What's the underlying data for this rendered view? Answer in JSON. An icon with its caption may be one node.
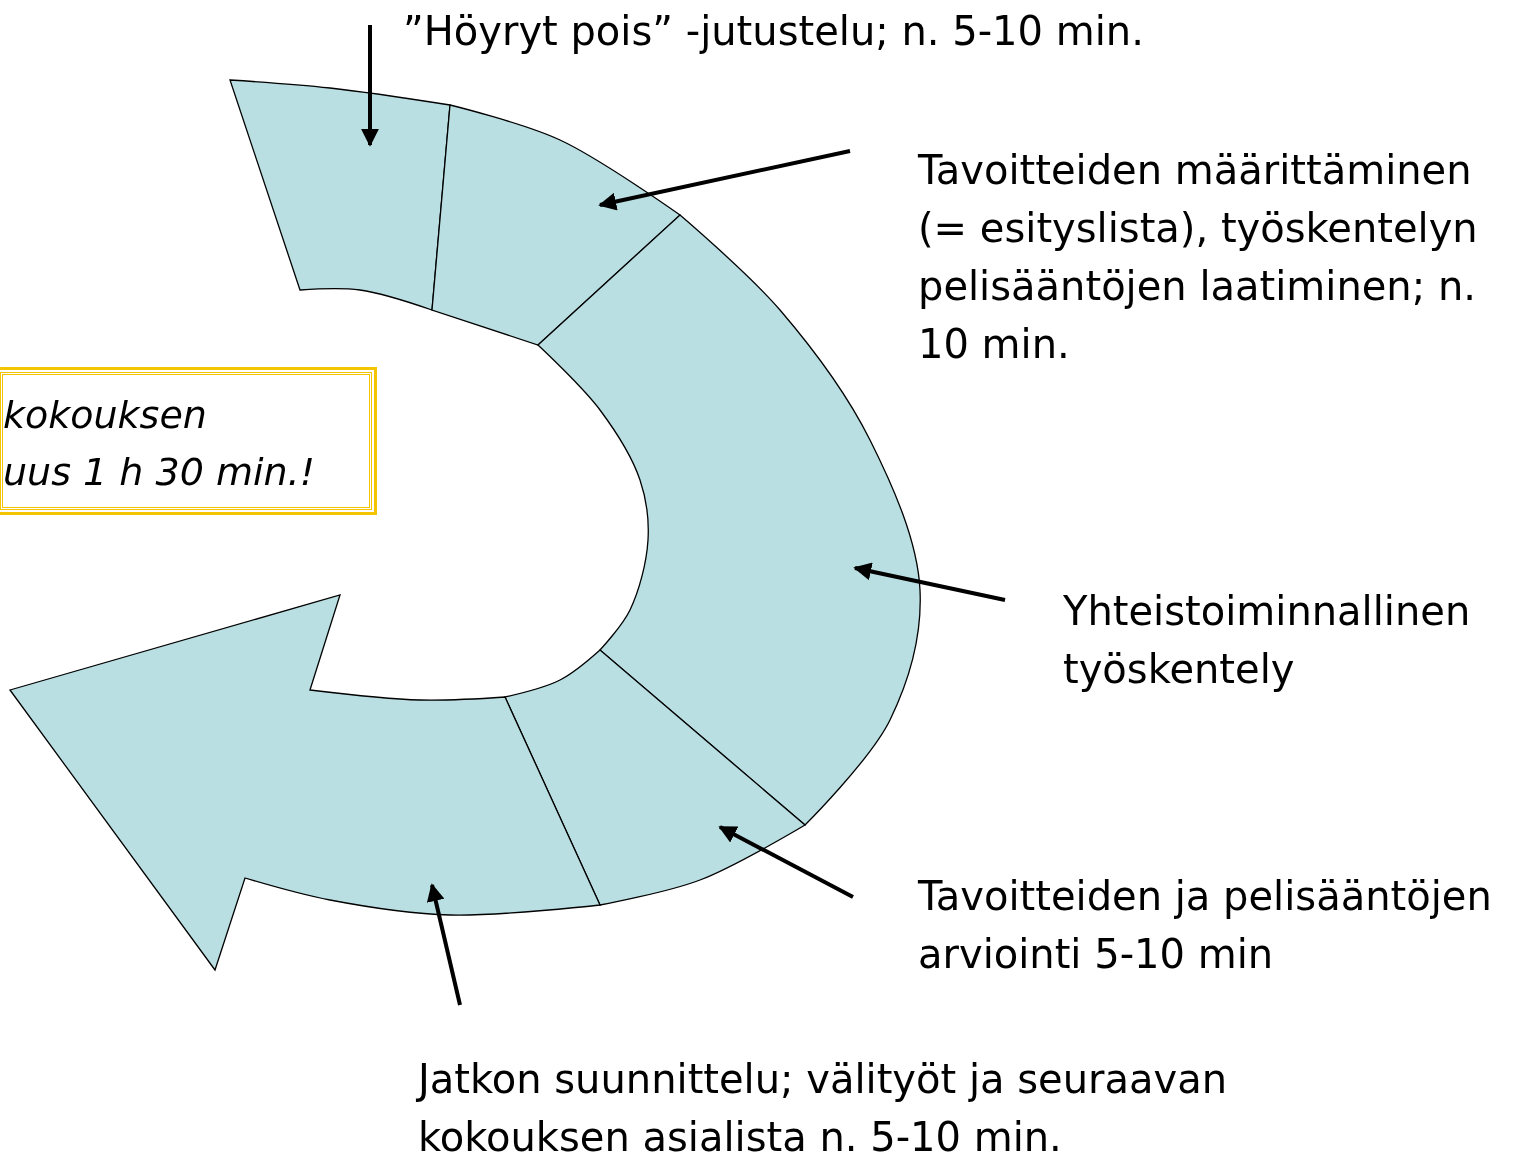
{
  "diagram": {
    "nodes": [
      {
        "text": [],
        "shape": "band"
      },
      {
        "text": [],
        "shape": "band"
      },
      {
        "text": [],
        "shape": "band"
      },
      {
        "text": [],
        "shape": "band"
      },
      {
        "text": [],
        "shape": "band"
      },
      {
        "text": [
          "”Höyryt pois” -jutustelu; n. 5-10 min."
        ]
      },
      {
        "text": [
          "Tavoitteiden määrittäminen (= esityslista), työskentelyn pelisääntöjen laatiminen; n. 10 min."
        ]
      },
      {
        "text": [
          "Yhteistoiminnallinen työskentely"
        ]
      },
      {
        "text": [
          "Tavoitteiden ja pelisääntöjen arviointi 5-10 min"
        ]
      },
      {
        "text": [
          "Jatkon suunnittelu; välityöt ja seuraavan kokouksen asialista n. 5-10 min."
        ]
      },
      {
        "text": [
          "kokouksen",
          "uus 1 h 30 min.!"
        ]
      }
    ],
    "edges": [
      {
        "from": 5,
        "to": 0,
        "arrow": "to"
      },
      {
        "from": 6,
        "to": 1,
        "arrow": "to"
      },
      {
        "from": 7,
        "to": 2,
        "arrow": "to"
      },
      {
        "from": 8,
        "to": 3,
        "arrow": "to"
      },
      {
        "from": 9,
        "to": 4,
        "arrow": "to"
      }
    ]
  }
}
